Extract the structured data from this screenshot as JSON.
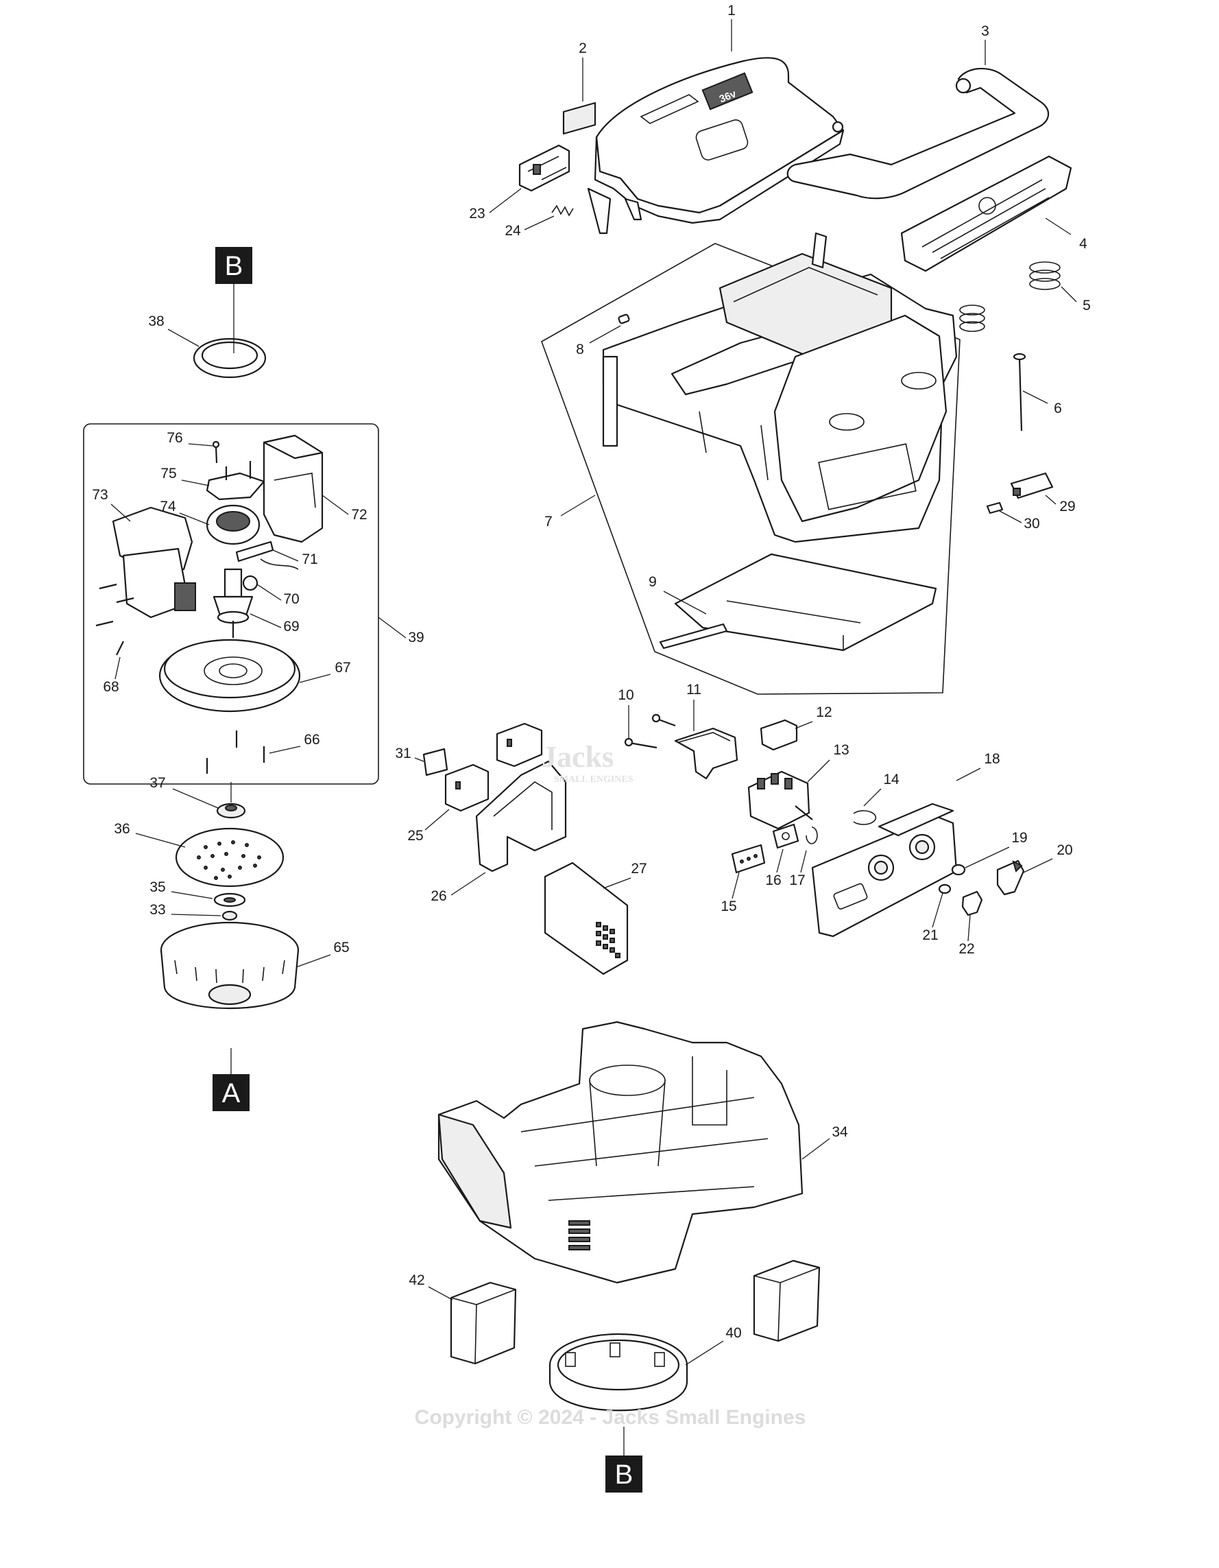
{
  "diagram": {
    "callouts": [
      {
        "id": "c1",
        "label": "1"
      },
      {
        "id": "c2",
        "label": "2"
      },
      {
        "id": "c3",
        "label": "3"
      },
      {
        "id": "c4",
        "label": "4"
      },
      {
        "id": "c5",
        "label": "5"
      },
      {
        "id": "c6",
        "label": "6"
      },
      {
        "id": "c7",
        "label": "7"
      },
      {
        "id": "c8",
        "label": "8"
      },
      {
        "id": "c9",
        "label": "9"
      },
      {
        "id": "c10",
        "label": "10"
      },
      {
        "id": "c11",
        "label": "11"
      },
      {
        "id": "c12",
        "label": "12"
      },
      {
        "id": "c13",
        "label": "13"
      },
      {
        "id": "c14",
        "label": "14"
      },
      {
        "id": "c15",
        "label": "15"
      },
      {
        "id": "c16",
        "label": "16"
      },
      {
        "id": "c17",
        "label": "17"
      },
      {
        "id": "c18",
        "label": "18"
      },
      {
        "id": "c19",
        "label": "19"
      },
      {
        "id": "c20",
        "label": "20"
      },
      {
        "id": "c21",
        "label": "21"
      },
      {
        "id": "c22",
        "label": "22"
      },
      {
        "id": "c23",
        "label": "23"
      },
      {
        "id": "c24",
        "label": "24"
      },
      {
        "id": "c25",
        "label": "25"
      },
      {
        "id": "c26",
        "label": "26"
      },
      {
        "id": "c27",
        "label": "27"
      },
      {
        "id": "c29",
        "label": "29"
      },
      {
        "id": "c30",
        "label": "30"
      },
      {
        "id": "c31",
        "label": "31"
      },
      {
        "id": "c33",
        "label": "33"
      },
      {
        "id": "c34",
        "label": "34"
      },
      {
        "id": "c35",
        "label": "35"
      },
      {
        "id": "c36",
        "label": "36"
      },
      {
        "id": "c37",
        "label": "37"
      },
      {
        "id": "c38",
        "label": "38"
      },
      {
        "id": "c39",
        "label": "39"
      },
      {
        "id": "c40",
        "label": "40"
      },
      {
        "id": "c42",
        "label": "42"
      },
      {
        "id": "c65",
        "label": "65"
      },
      {
        "id": "c66",
        "label": "66"
      },
      {
        "id": "c67",
        "label": "67"
      },
      {
        "id": "c68",
        "label": "68"
      },
      {
        "id": "c69",
        "label": "69"
      },
      {
        "id": "c70",
        "label": "70"
      },
      {
        "id": "c71",
        "label": "71"
      },
      {
        "id": "c72",
        "label": "72"
      },
      {
        "id": "c73",
        "label": "73"
      },
      {
        "id": "c74",
        "label": "74"
      },
      {
        "id": "c75",
        "label": "75"
      },
      {
        "id": "c76",
        "label": "76"
      }
    ],
    "references": {
      "b_top": "B",
      "a_bottom": "A",
      "b_bottom": "B"
    },
    "cover_badge": "36v",
    "watermark": {
      "logo": "Jacks",
      "logo_sub": "SMALL ENGINES",
      "copyright": "Copyright © 2024 - Jacks Small Engines"
    }
  }
}
